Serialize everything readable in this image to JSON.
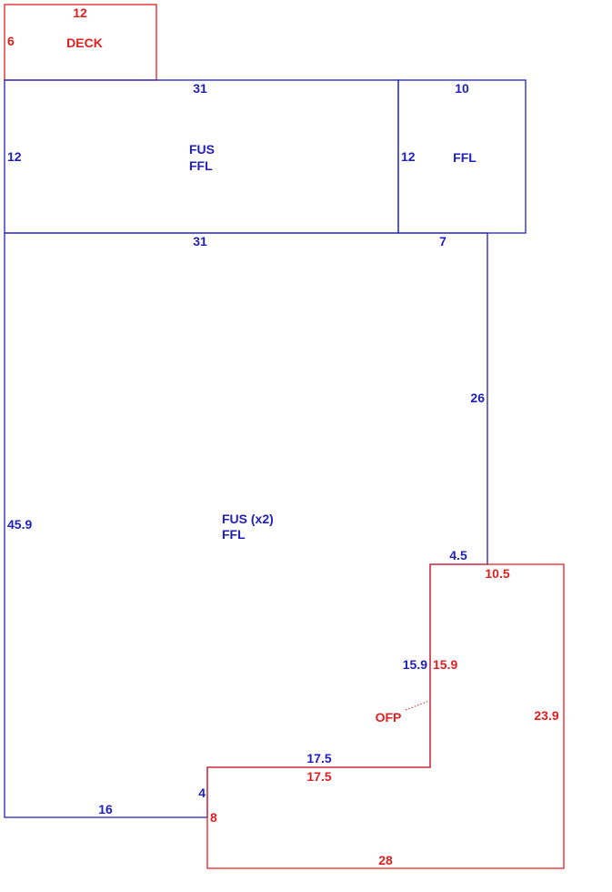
{
  "colors": {
    "living_area_line": "#1f1fbf",
    "exterior_area_line": "#e02020"
  },
  "areas": {
    "deck": {
      "label": "DECK",
      "dims": {
        "top": "12",
        "left": "6"
      }
    },
    "upper_main": {
      "label_line1": "FUS",
      "label_line2": "FFL",
      "dims": {
        "top": "31",
        "left": "12",
        "bottom": "31"
      }
    },
    "upper_right": {
      "label": "FFL",
      "dims": {
        "top": "10",
        "left": "12",
        "bottom": "7"
      }
    },
    "main": {
      "label_line1": "FUS (x2)",
      "label_line2": "FFL",
      "dims": {
        "left": "45.9",
        "right": "26",
        "step_top": "4.5",
        "step_side": "15.9",
        "step_bottom": "17.5",
        "notch_side": "4",
        "bottom": "16"
      }
    },
    "porch": {
      "label": "OFP",
      "dims": {
        "top": "10.5",
        "left_upper": "15.9",
        "right": "23.9",
        "inner_top": "17.5",
        "left_lower": "8",
        "bottom": "28"
      }
    }
  }
}
